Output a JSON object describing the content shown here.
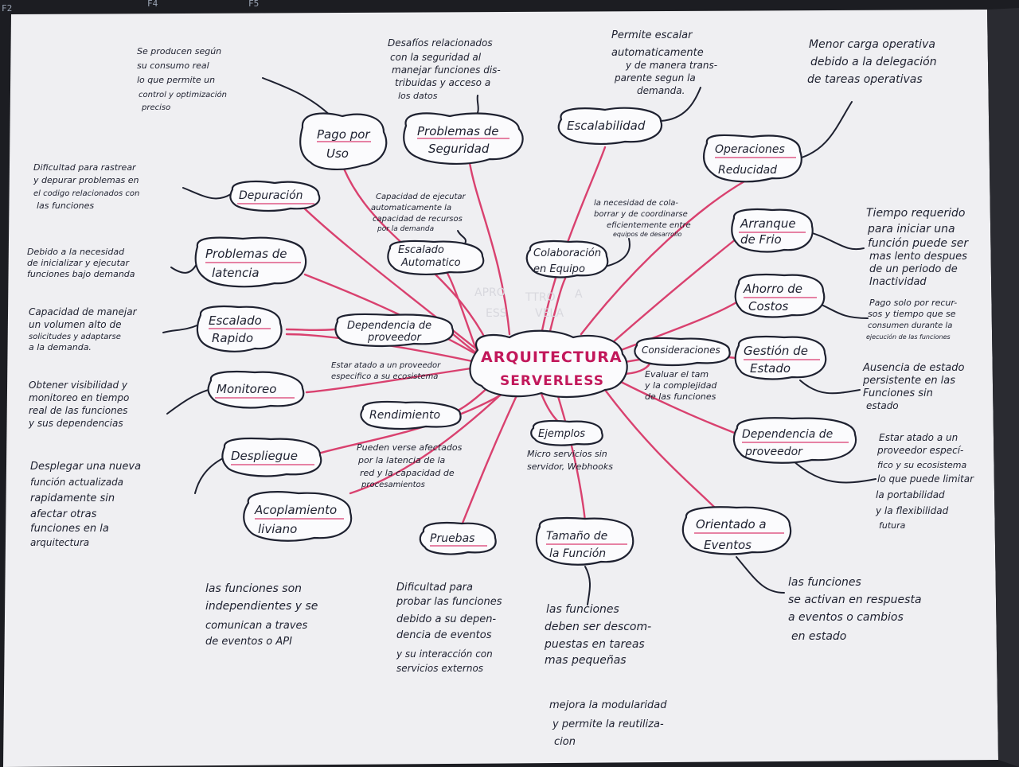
{
  "keyboard_keys": [
    "F2",
    "F4",
    "F5"
  ],
  "center": {
    "line1": "ARQUITECTURA",
    "line2": "SERVERLESS"
  },
  "watermark": {
    "line1": "APRO",
    "line2": "TTRO",
    "line3": "A",
    "line4": "ESS",
    "line5": "VELA"
  },
  "nodes": {
    "pago": {
      "label1": "Pago por",
      "label2": "Uso",
      "note1": "Se producen según",
      "note2": "su consumo real",
      "note3": "lo que permite un",
      "note4": "control y optimización",
      "note5": "preciso"
    },
    "seguridad": {
      "label1": "Problemas de",
      "label2": "Seguridad",
      "note1": "Desafíos relacionados",
      "note2": "con la seguridad al",
      "note3": "manejar funciones dis-",
      "note4": "tribuidas y acceso a",
      "note5": "los datos"
    },
    "escalabilidad": {
      "label1": "Escalabilidad",
      "note1": "Permite escalar",
      "note2": "automaticamente",
      "note3": "y de manera trans-",
      "note4": "parente segun la",
      "note5": "demanda."
    },
    "operaciones": {
      "label1": "Operaciones",
      "label2": "Reducidad",
      "note1": "Menor carga operativa",
      "note2": "debido a la delegación",
      "note3": "de tareas operativas"
    },
    "depuracion": {
      "label1": "Depuración",
      "note1": "Dificultad para rastrear",
      "note2": "y depurar problemas en",
      "note3": "el codigo relacionados con",
      "note4": "las funciones"
    },
    "latencia": {
      "label1": "Problemas de",
      "label2": "latencia",
      "note1": "Debido a la necesidad",
      "note2": "de inicializar y ejecutar",
      "note3": "funciones bajo demanda"
    },
    "escalado_rapido": {
      "label1": "Escalado",
      "label2": "Rapido",
      "note1": "Capacidad de manejar",
      "note2": "un volumen alto de",
      "note3": "solicitudes y adaptarse",
      "note4": "a la demanda."
    },
    "monitoreo": {
      "label1": "Monitoreo",
      "note1": "Obtener visibilidad y",
      "note2": "monitoreo en tiempo",
      "note3": "real de las funciones",
      "note4": "y sus dependencias"
    },
    "despliegue": {
      "label1": "Despliegue",
      "note1": "Desplegar una nueva",
      "note2": "función actualizada",
      "note3": "rapidamente sin",
      "note4": "afectar otras",
      "note5": "funciones en la",
      "note6": "arquitectura"
    },
    "acoplamiento": {
      "label1": "Acoplamiento",
      "label2": "liviano",
      "note1": "las funciones son",
      "note2": "independientes y se",
      "note3": "comunican a traves",
      "note4": "de eventos o API"
    },
    "escalado_auto": {
      "label1": "Escalado",
      "label2": "Automatico",
      "note1": "Capacidad de ejecutar",
      "note2": "automaticamente la",
      "note3": "capacidad de recursos",
      "note4": "por la demanda"
    },
    "colaboracion": {
      "label1": "Colaboración",
      "label2": "en Equipo",
      "note1": "la necesidad de cola-",
      "note2": "borrar y de coordinarse",
      "note3": "eficientemente entre",
      "note4": "equipos de desarrollo"
    },
    "dependencia_izq": {
      "label1": "Dependencia de",
      "label2": "proveedor",
      "note1": "Estar atado a un proveedor",
      "note2": "especifico a su ecosistema"
    },
    "rendimiento": {
      "label1": "Rendimiento",
      "note1": "Pueden verse afectados",
      "note2": "por la latencia de la",
      "note3": "red y la capacidad de",
      "note4": "procesamientos"
    },
    "ejemplos": {
      "label1": "Ejemplos",
      "note1": "Micro servicios sin",
      "note2": "servidor, Webhooks"
    },
    "pruebas": {
      "label1": "Pruebas",
      "note1": "Dificultad para",
      "note2": "probar las funciones",
      "note3": "debido a su depen-",
      "note4": "dencia de eventos",
      "note5": "y su interacción con",
      "note6": "servicios externos"
    },
    "tamano": {
      "label1": "Tamaño de",
      "label2": "la Función",
      "note1": "las funciones",
      "note2": "deben ser descom-",
      "note3": "puestas en tareas",
      "note4": "mas pequeñas",
      "note5": "mejora la modularidad",
      "note6": "y permite la reutiliza-",
      "note7": "cion"
    },
    "consideraciones": {
      "label1": "Consideraciones",
      "note1": "Evaluar el tam",
      "note2": "y la complejidad",
      "note3": "de las funciones"
    },
    "arranque": {
      "label1": "Arranque",
      "label2": "de Frio",
      "note1": "Tiempo requerido",
      "note2": "para iniciar una",
      "note3": "función puede ser",
      "note4": "mas lento despues",
      "note5": "de un periodo de",
      "note6": "Inactividad"
    },
    "ahorro": {
      "label1": "Ahorro de",
      "label2": "Costos",
      "note1": "Pago solo por recur-",
      "note2": "sos y tiempo que se",
      "note3": "consumen durante la",
      "note4": "ejecución de las funciones"
    },
    "estado": {
      "label1": "Gestión de",
      "label2": "Estado",
      "note1": "Ausencia de estado",
      "note2": "persistente en las",
      "note3": "Funciones sin",
      "note4": "estado"
    },
    "dependencia_der": {
      "label1": "Dependencia de",
      "label2": "proveedor",
      "note1": "Estar atado a un",
      "note2": "proveedor especí-",
      "note3": "fico y su ecosistema",
      "note4": "lo que puede limitar",
      "note5": "la portabilidad",
      "note6": "y la flexibilidad",
      "note7": "futura"
    },
    "eventos": {
      "label1": "Orientado a",
      "label2": "Eventos",
      "note1": "las funciones",
      "note2": "se activan en respuesta",
      "note3": "a eventos o cambios",
      "note4": "en estado"
    }
  }
}
